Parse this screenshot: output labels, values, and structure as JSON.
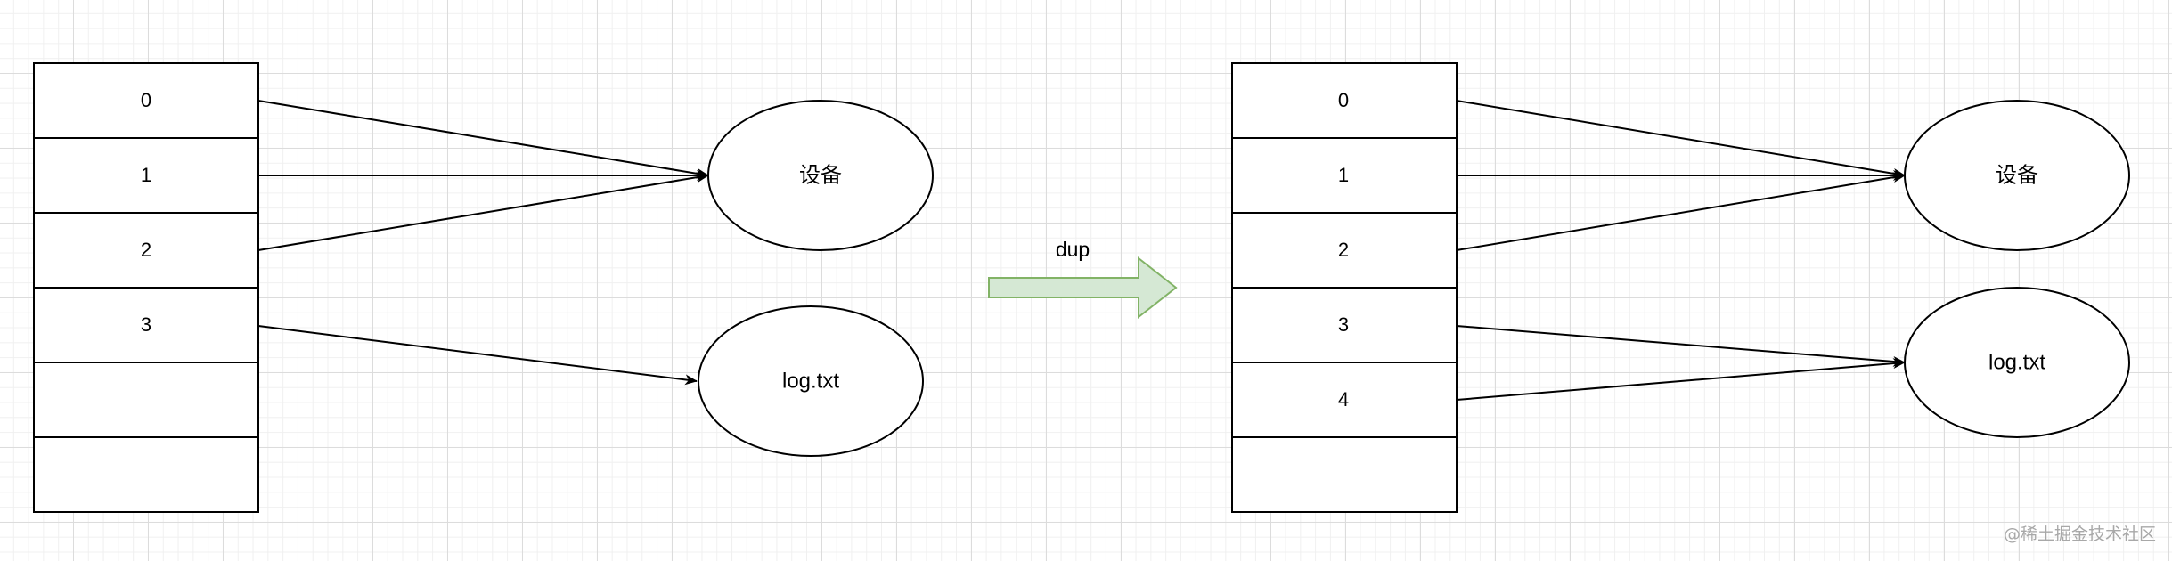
{
  "left_table": {
    "cells": [
      "0",
      "1",
      "2",
      "3",
      "",
      ""
    ]
  },
  "left_targets": {
    "device": "设备",
    "file": "log.txt"
  },
  "operation": {
    "label": "dup"
  },
  "right_table": {
    "cells": [
      "0",
      "1",
      "2",
      "3",
      "4",
      ""
    ]
  },
  "right_targets": {
    "device": "设备",
    "file": "log.txt"
  },
  "watermark": "@稀土掘金技术社区",
  "colors": {
    "stroke": "#000000",
    "arrow_fill": "#d5e8d4",
    "arrow_stroke": "#82b366"
  }
}
